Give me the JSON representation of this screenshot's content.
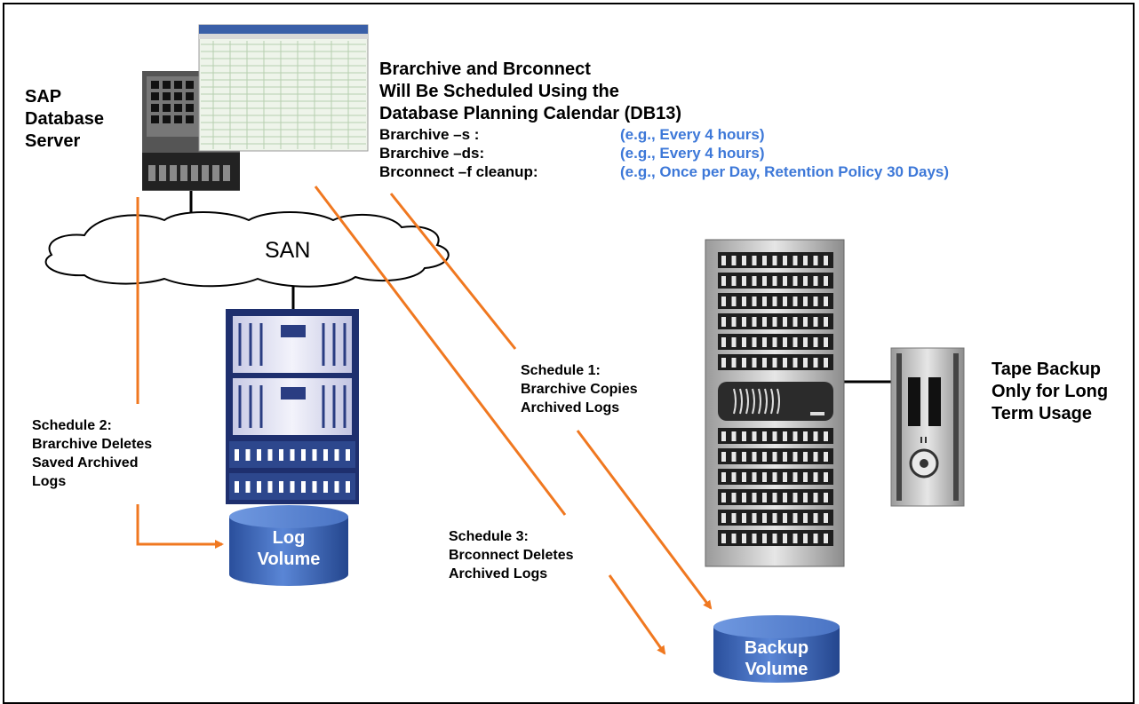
{
  "server_label": [
    "SAP",
    "Database",
    "Server"
  ],
  "heading": [
    "Brarchive and Brconnect",
    "Will Be Scheduled Using the",
    "Database Planning Calendar (DB13)"
  ],
  "commands": [
    {
      "cmd": "Brarchive –s :",
      "example": "(e.g., Every 4 hours)"
    },
    {
      "cmd": "Brarchive –ds:",
      "example": "(e.g., Every 4 hours)"
    },
    {
      "cmd": "Brconnect –f cleanup:",
      "example": "(e.g., Once per Day, Retention Policy 30 Days)"
    }
  ],
  "san_label": "SAN",
  "schedule1": [
    "Schedule 1:",
    "Brarchive Copies",
    "Archived Logs"
  ],
  "schedule2": [
    "Schedule 2:",
    "Brarchive Deletes",
    "Saved Archived",
    "Logs"
  ],
  "schedule3": [
    "Schedule 3:",
    "Brconnect Deletes",
    "Archived Logs"
  ],
  "log_volume": [
    "Log",
    "Volume"
  ],
  "backup_volume": [
    "Backup",
    "Volume"
  ],
  "tape_label": [
    "Tape Backup",
    "Only for Long",
    "Term Usage"
  ],
  "colors": {
    "arrow": "#f07820",
    "cylinder": "#3a64b8",
    "example_text": "#3d78d8"
  }
}
